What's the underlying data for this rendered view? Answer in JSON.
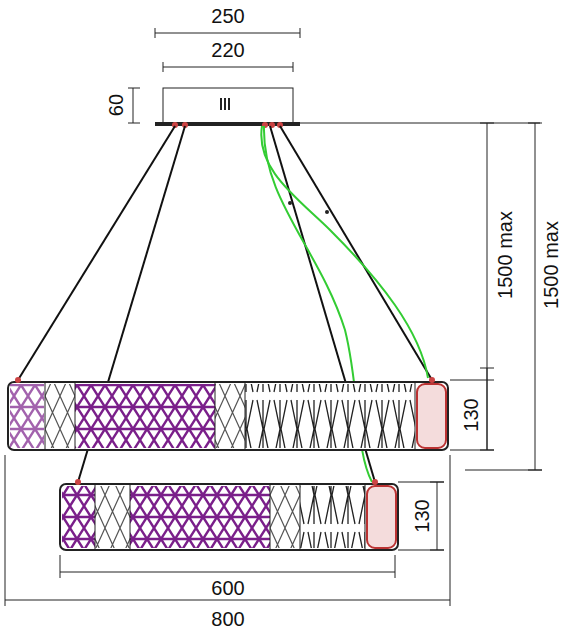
{
  "diagram": {
    "labels": [
      "250",
      "220",
      "60",
      "1500 max",
      "1500 max",
      "130",
      "130",
      "600",
      "800"
    ]
  }
}
